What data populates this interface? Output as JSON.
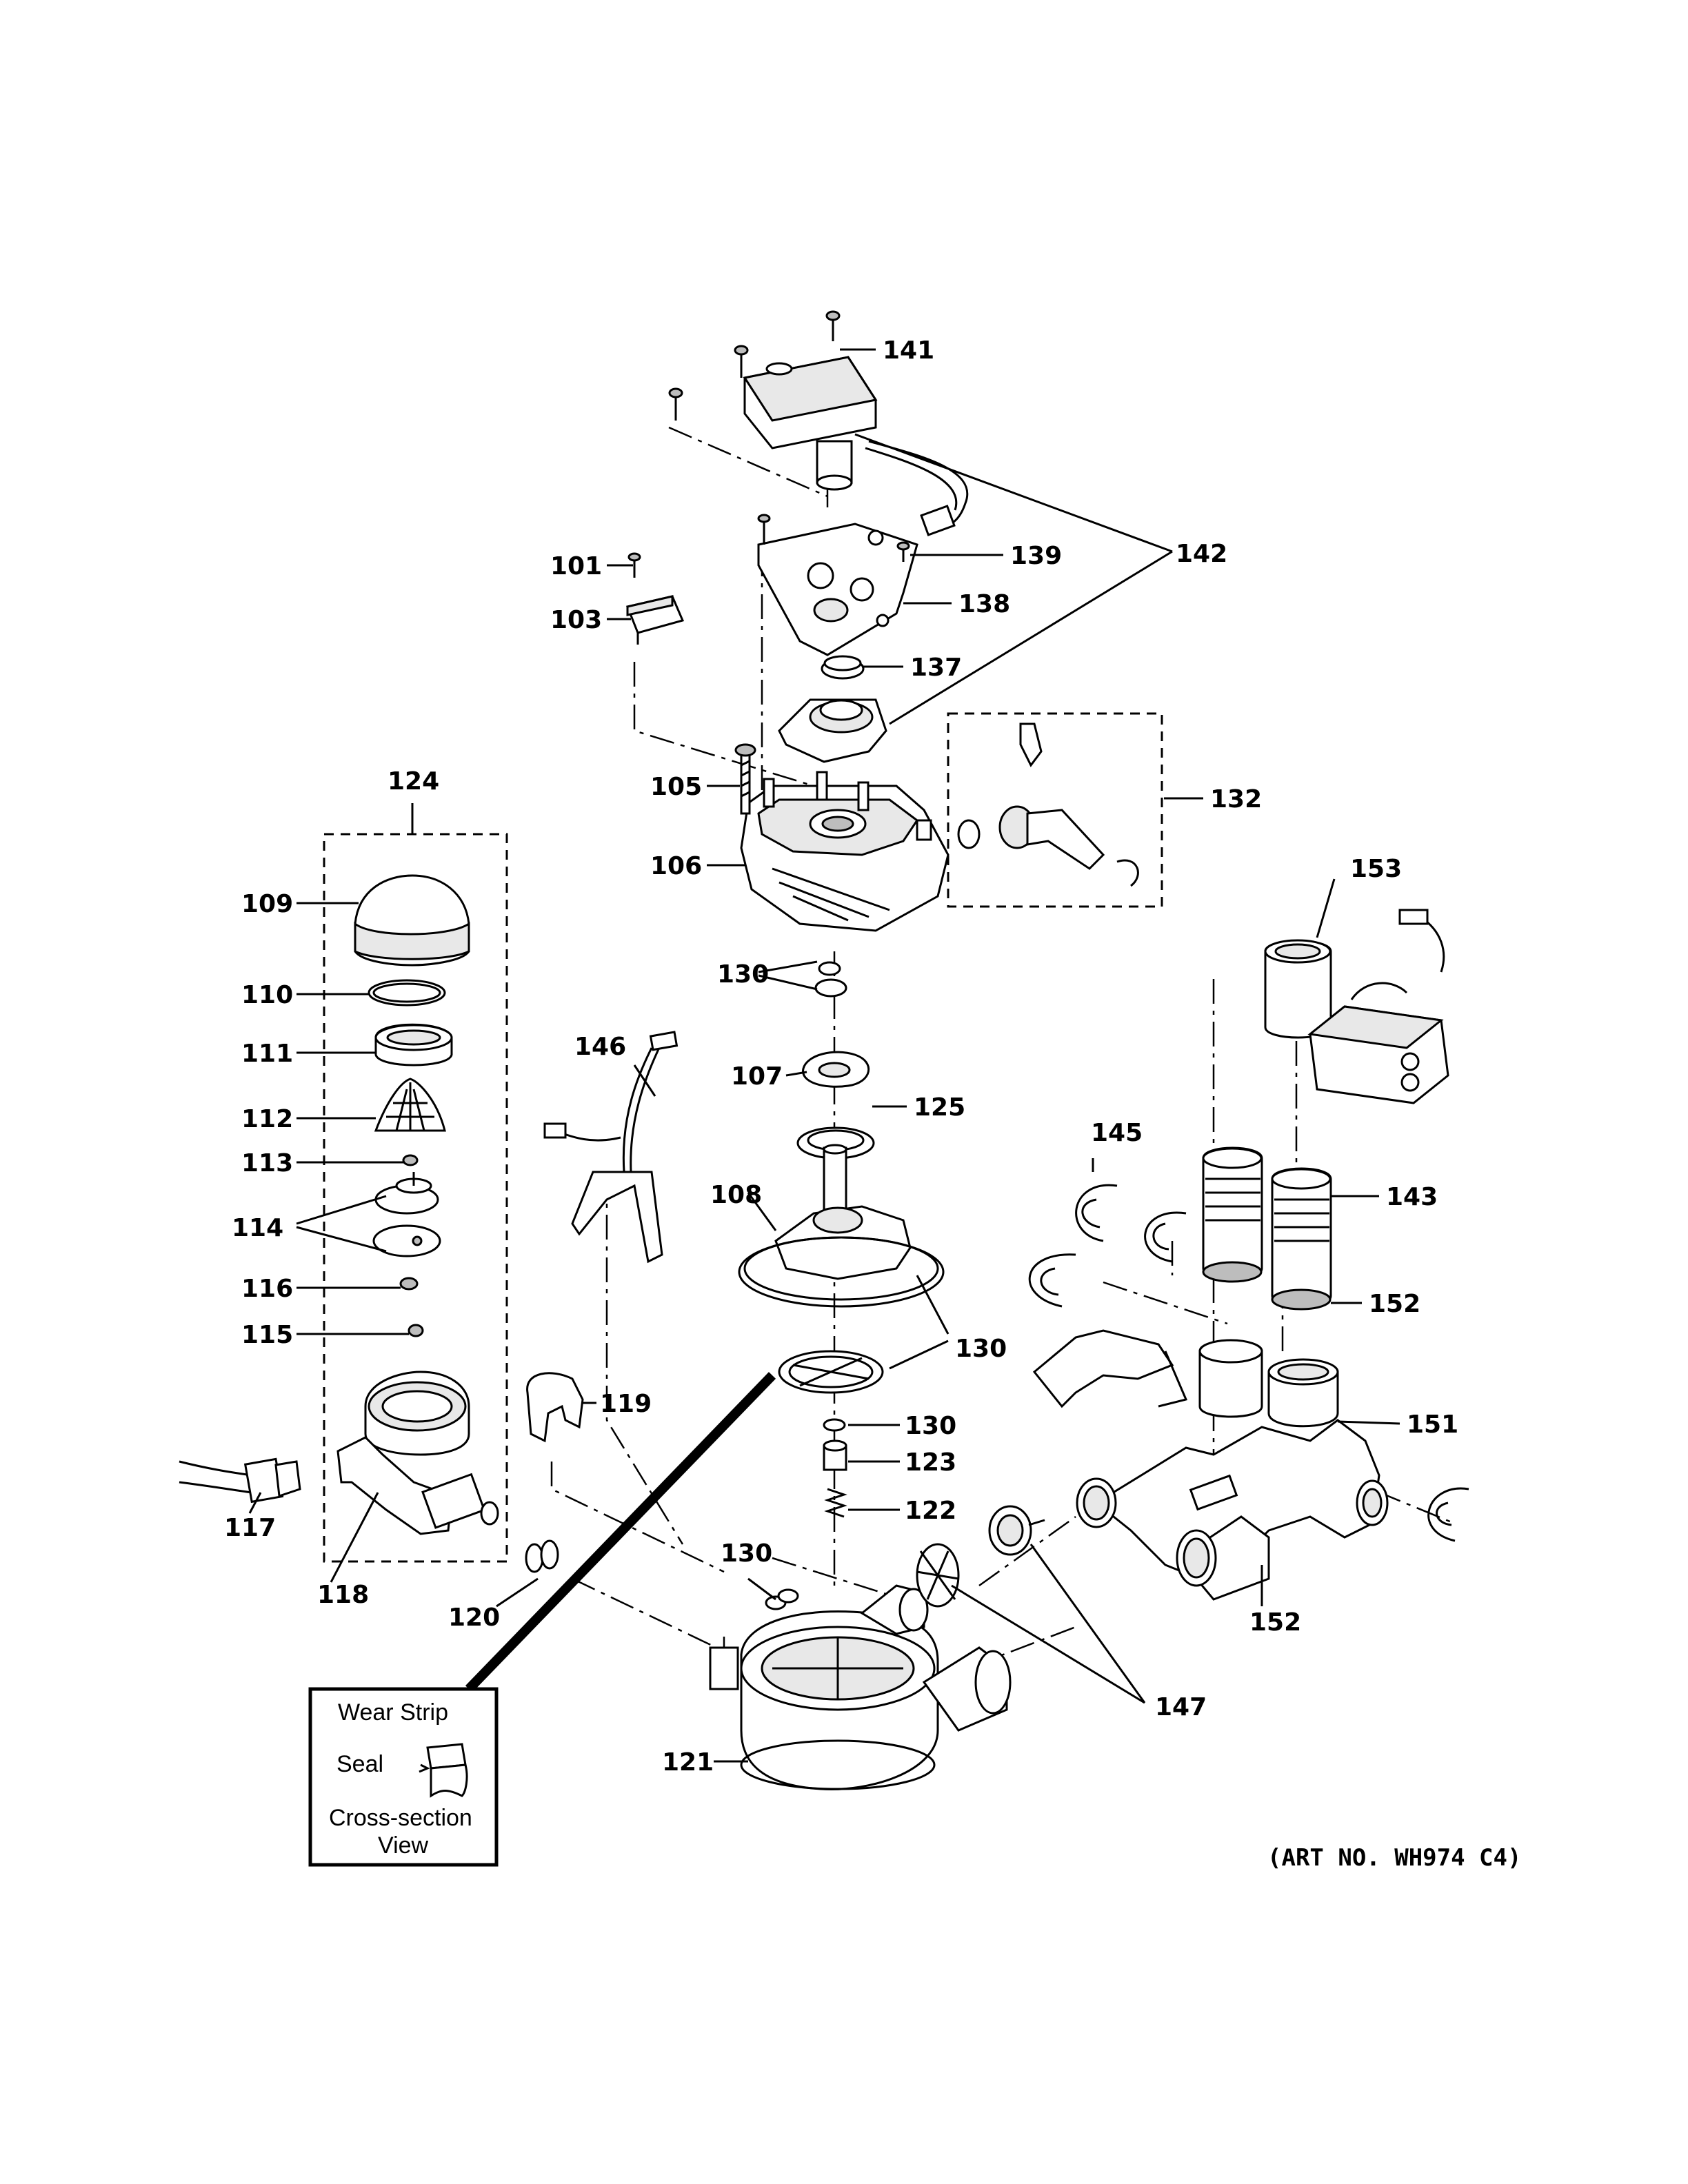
{
  "callouts": {
    "c101": "101",
    "c103": "103",
    "c105": "105",
    "c106": "106",
    "c107": "107",
    "c108": "108",
    "c109": "109",
    "c110": "110",
    "c111": "111",
    "c112": "112",
    "c113": "113",
    "c114": "114",
    "c115": "115",
    "c116": "116",
    "c117": "117",
    "c118": "118",
    "c119": "119",
    "c120": "120",
    "c121": "121",
    "c122": "122",
    "c123": "123",
    "c124": "124",
    "c125": "125",
    "c130a": "130",
    "c130b": "130",
    "c130c": "130",
    "c130d": "130",
    "c132": "132",
    "c137": "137",
    "c138": "138",
    "c139": "139",
    "c141": "141",
    "c142": "142",
    "c143": "143",
    "c145": "145",
    "c146": "146",
    "c147": "147",
    "c151": "151",
    "c152a": "152",
    "c152b": "152",
    "c153": "153"
  },
  "legend": {
    "wear_strip": "Wear Strip",
    "seal": "Seal",
    "cross_section_line1": "Cross-section",
    "cross_section_line2": "View"
  },
  "art_number": "(ART NO. WH974 C4)"
}
